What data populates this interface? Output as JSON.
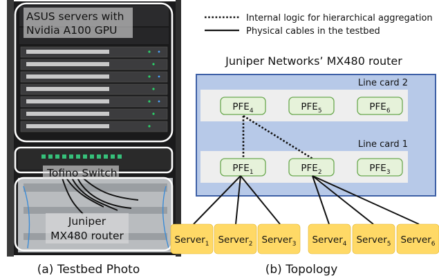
{
  "photo": {
    "servers_label": [
      "ASUS servers with",
      "Nvidia A100 GPU"
    ],
    "switch_label": "Tofino Switch",
    "router_label": [
      "Juniper",
      "MX480 router"
    ],
    "caption": "(a) Testbed Photo"
  },
  "legend": {
    "dotted_label": "Internal logic for hierarchical aggregation",
    "solid_label": "Physical cables in the testbed"
  },
  "topology": {
    "router_title": "Juniper Networks’ MX480 router",
    "line_card_2": "Line card 2",
    "line_card_1": "Line card 1",
    "pfe_base": "PFE",
    "pfes_top": [
      "4",
      "5",
      "6"
    ],
    "pfes_bottom": [
      "1",
      "2",
      "3"
    ],
    "server_base": "Server",
    "servers": [
      "1",
      "2",
      "3",
      "4",
      "5",
      "6"
    ],
    "caption": "(b) Topology"
  },
  "colors": {
    "router_fill": "#b7c9e8",
    "router_stroke": "#3d5fa6",
    "pfe_fill": "#e6f2da",
    "pfe_stroke": "#6aa84f",
    "server_fill": "#ffd966"
  }
}
